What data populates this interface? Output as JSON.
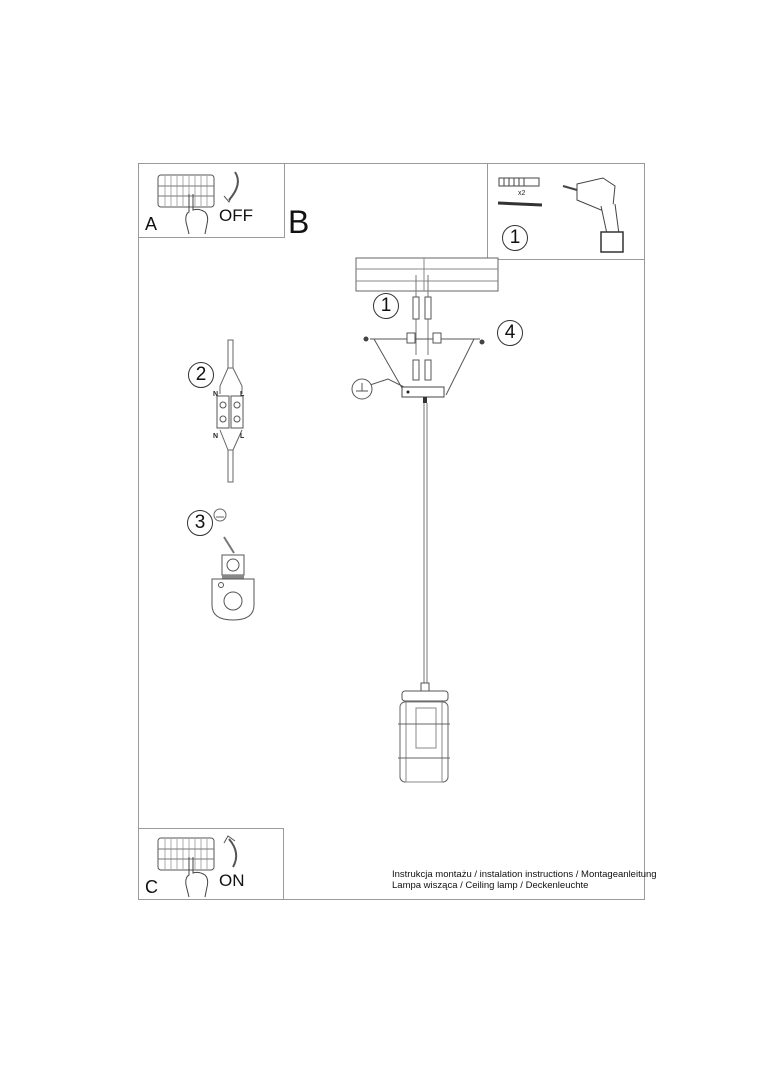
{
  "steps": {
    "a": {
      "label": "A",
      "action": "OFF"
    },
    "b": {
      "label": "B"
    },
    "c": {
      "label": "C",
      "action": "ON"
    }
  },
  "tools_box": {
    "step_number": "1",
    "quantity": "x2"
  },
  "callouts": {
    "wall_plugs": "1",
    "wiring": "2",
    "ground": "3",
    "side_screws": "4"
  },
  "wiring": {
    "neutral": "N",
    "live": "L"
  },
  "caption": {
    "line1": "Instrukcja montażu / instalation instructions / Montageanleitung",
    "line2": "Lampa wisząca / Ceiling lamp / Deckenleuchte"
  }
}
